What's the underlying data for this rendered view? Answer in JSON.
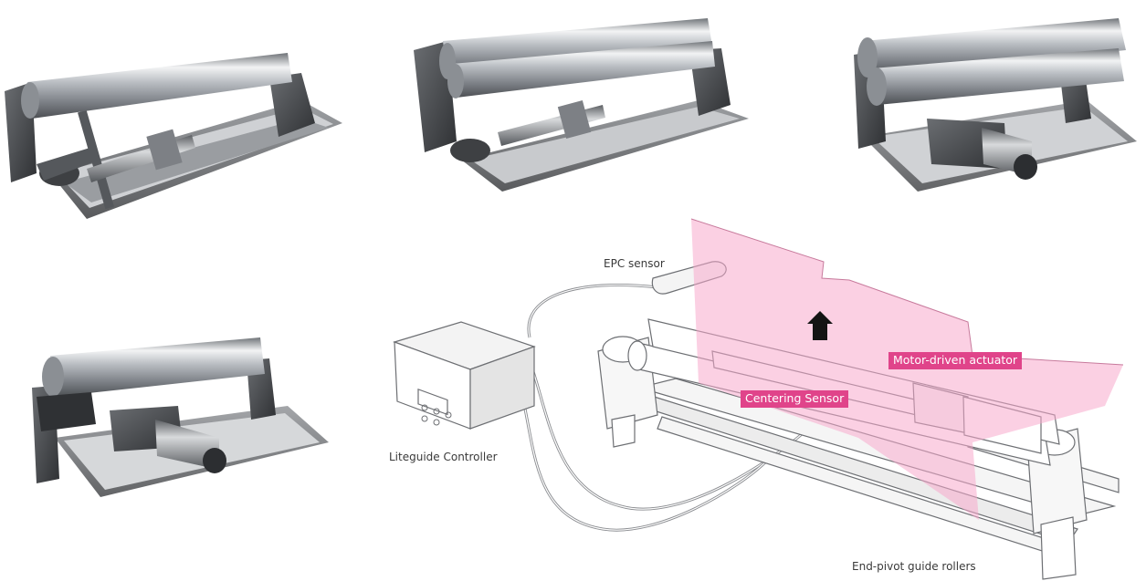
{
  "diagram": {
    "labels": {
      "epc_sensor": "EPC sensor",
      "liteguide_controller": "Liteguide Controller",
      "end_pivot_guide_rollers": "End-pivot guide rollers"
    },
    "tags": {
      "motor_driven_actuator": "Motor-driven actuator",
      "centering_sensor": "Centering Sensor"
    },
    "colors": {
      "web_overlay": "#f4a6c8",
      "tag_background": "#e0448a",
      "roller_steel": "#a9adb3",
      "frame_dark": "#4a4c4f"
    },
    "icons": [
      "web-direction-arrow-icon"
    ]
  }
}
